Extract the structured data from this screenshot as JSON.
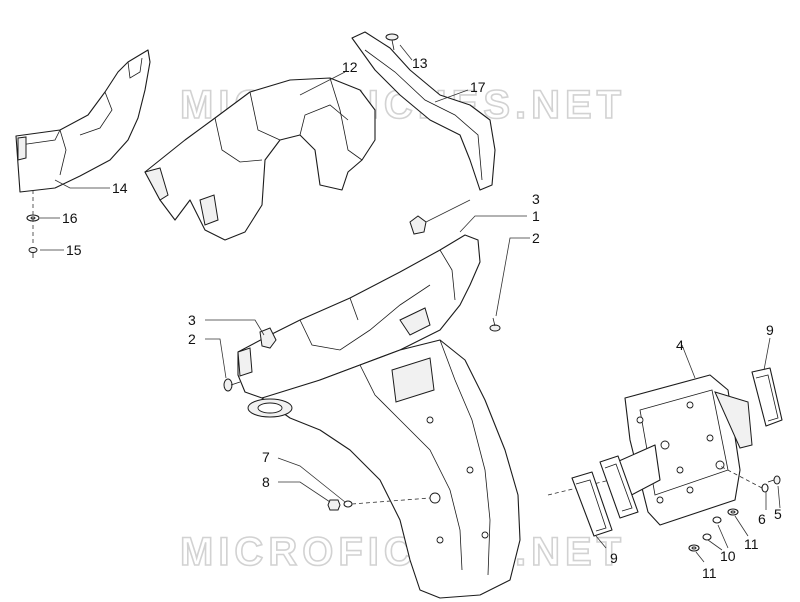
{
  "watermark": {
    "text": "MICROFICHES.NET"
  },
  "callouts": [
    {
      "id": "c14",
      "label": "14"
    },
    {
      "id": "c16",
      "label": "16"
    },
    {
      "id": "c15",
      "label": "15"
    },
    {
      "id": "c12",
      "label": "12"
    },
    {
      "id": "c13",
      "label": "13"
    },
    {
      "id": "c17",
      "label": "17"
    },
    {
      "id": "c3a",
      "label": "3"
    },
    {
      "id": "c1",
      "label": "1"
    },
    {
      "id": "c2a",
      "label": "2"
    },
    {
      "id": "c3b",
      "label": "3"
    },
    {
      "id": "c2b",
      "label": "2"
    },
    {
      "id": "c4",
      "label": "4"
    },
    {
      "id": "c9a",
      "label": "9"
    },
    {
      "id": "c7",
      "label": "7"
    },
    {
      "id": "c8",
      "label": "8"
    },
    {
      "id": "c6",
      "label": "6"
    },
    {
      "id": "c5",
      "label": "5"
    },
    {
      "id": "c11a",
      "label": "11"
    },
    {
      "id": "c10",
      "label": "10"
    },
    {
      "id": "c9b",
      "label": "9"
    },
    {
      "id": "c11b",
      "label": "11"
    }
  ]
}
